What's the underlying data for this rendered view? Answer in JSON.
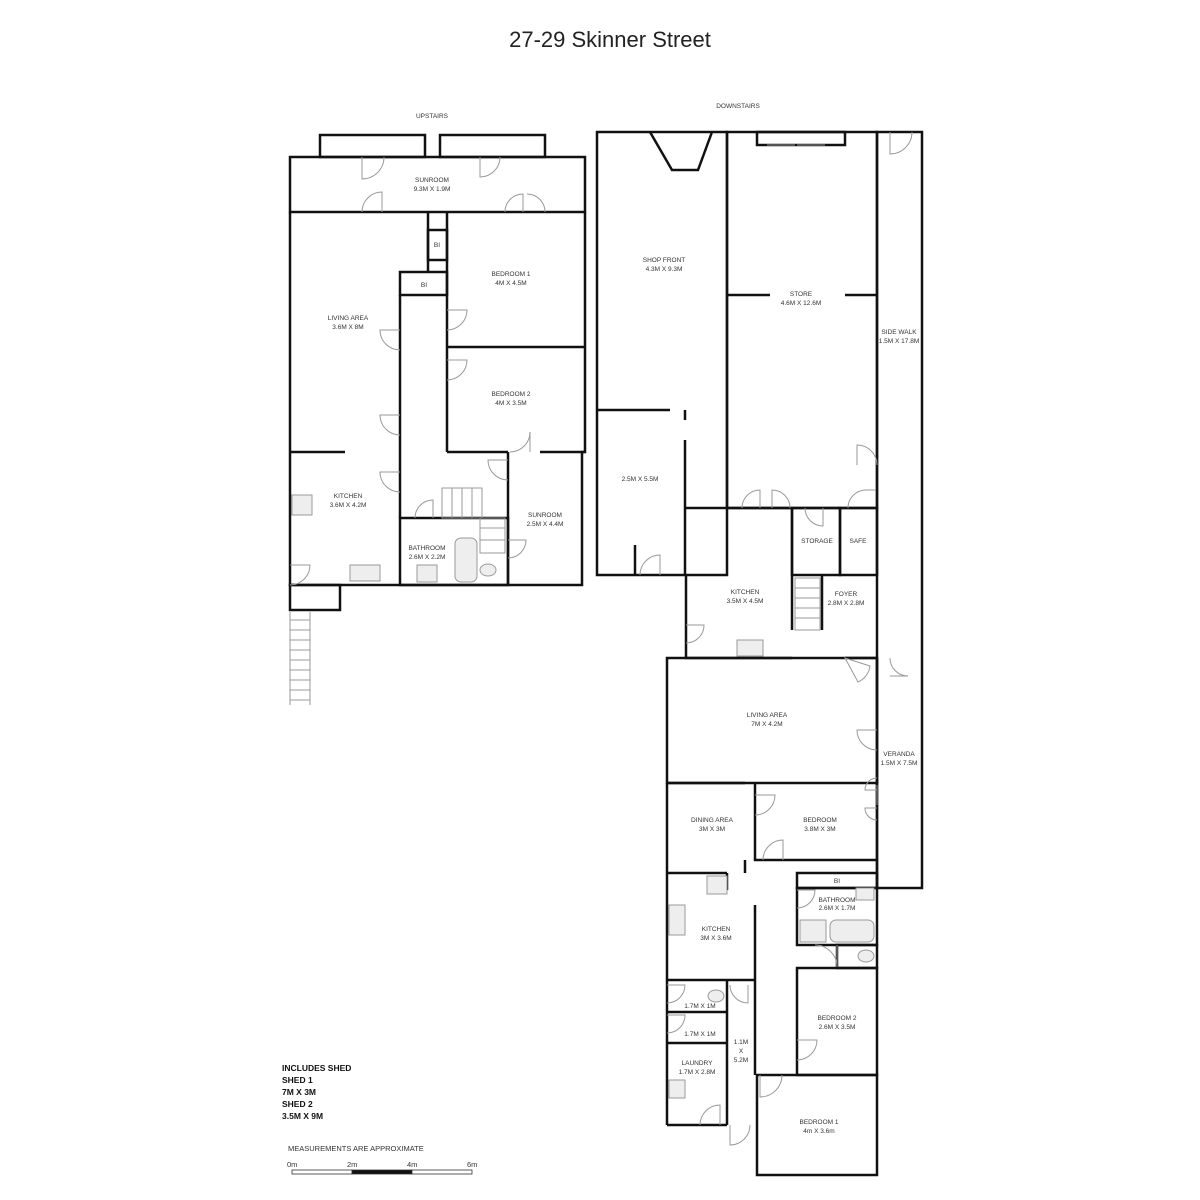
{
  "title": "27-29 Skinner Street",
  "sections": {
    "upstairs": "UPSTAIRS",
    "downstairs": "DOWNSTAIRS"
  },
  "upstairs": {
    "sunroom": {
      "name": "SUNROOM",
      "size": "9.3M X 1.9M"
    },
    "living": {
      "name": "LIVING AREA",
      "size": "3.6M X 8M"
    },
    "bi1": "BI",
    "bi2": "BI",
    "bedroom1": {
      "name": "BEDROOM 1",
      "size": "4M X 4.5M"
    },
    "bedroom2": {
      "name": "BEDROOM 2",
      "size": "4M X 3.5M"
    },
    "kitchen": {
      "name": "KITCHEN",
      "size": "3.6M X 4.2M"
    },
    "bathroom": {
      "name": "BATHROOM",
      "size": "2.6M X 2.2M"
    },
    "sunroom2": {
      "name": "SUNROOM",
      "size": "2.5M X 4.4M"
    }
  },
  "downstairs": {
    "shop": {
      "name": "SHOP FRONT",
      "size": "4.3M X 9.3M"
    },
    "store": {
      "name": "STORE",
      "size": "4.6M X 12.6M"
    },
    "sidewalk": {
      "name": "SIDE WALK",
      "size": "1.5M X 17.8M"
    },
    "room25": {
      "size": "2.5M X 5.5M"
    },
    "storage": "STORAGE",
    "safe": "SAFE",
    "kitchen": {
      "name": "KITCHEN",
      "size": "3.5M X 4.5M"
    },
    "foyer": {
      "name": "FOYER",
      "size": "2.8M X 2.8M"
    },
    "living": {
      "name": "LIVING AREA",
      "size": "7M X 4.2M"
    },
    "veranda": {
      "name": "VERANDA",
      "size": "1.5M X 7.5M"
    },
    "dining": {
      "name": "DINING AREA",
      "size": "3M X 3M"
    },
    "bedroom": {
      "name": "BEDROOM",
      "size": "3.8M X 3M"
    },
    "bi": "BI",
    "bathroom": {
      "name": "BATHROOM",
      "size": "2.6M X 1.7M"
    },
    "kitchen2": {
      "name": "KITCHEN",
      "size": "3M X 3.6M"
    },
    "wc1": {
      "size": "1.7M X 1M"
    },
    "wc2": {
      "size": "1.7M X 1M"
    },
    "hall": {
      "l1": "1.1M",
      "l2": "X",
      "l3": "5.2M"
    },
    "laundry": {
      "name": "LAUNDRY",
      "size": "1.7M X 2.8M"
    },
    "bedroom2": {
      "name": "BEDROOM 2",
      "size": "2.6M X 3.5M"
    },
    "bedroom1": {
      "name": "BEDROOM 1",
      "size": "4m X 3.6m"
    }
  },
  "notes": [
    "INCLUDES SHED",
    "SHED 1",
    "7M X 3M",
    "SHED 2",
    "3.5M X 9M"
  ],
  "scale": {
    "note": "MEASUREMENTS ARE APPROXIMATE",
    "labels": [
      "0m",
      "2m",
      "4m",
      "6m"
    ]
  }
}
